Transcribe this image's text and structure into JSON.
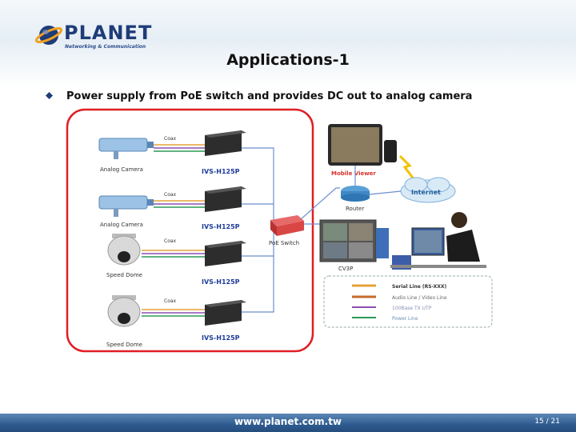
{
  "brand": {
    "name": "PLANET",
    "tagline": "Networking & Communication"
  },
  "slide": {
    "title": "Applications-1",
    "bullet": "Power supply from PoE switch and provides DC out to analog camera"
  },
  "diagram": {
    "coax": "Coax",
    "device_model": "IVS-H125P",
    "analog_camera": "Analog Camera",
    "speed_dome": "Speed Dome",
    "poe_switch": "PoE Switch",
    "router": "Router",
    "internet": "Internet",
    "mobile_viewer": "Mobile Viewer",
    "cv3p": "CV3P",
    "legend": [
      "Serial Line (RS-XXX)",
      "Audio Line / Video Line",
      "100Base TX UTP",
      "Power Line"
    ]
  },
  "colors": {
    "accent_red": "#e01e24",
    "brand_blue": "#1f3c78",
    "footer_blue": "#2e5b8f",
    "legend": [
      "#e5a23a",
      "#c66a2a",
      "#8a4fb3",
      "#2a9a56"
    ]
  },
  "footer": {
    "url": "www.planet.com.tw",
    "page": "15 / 21"
  }
}
